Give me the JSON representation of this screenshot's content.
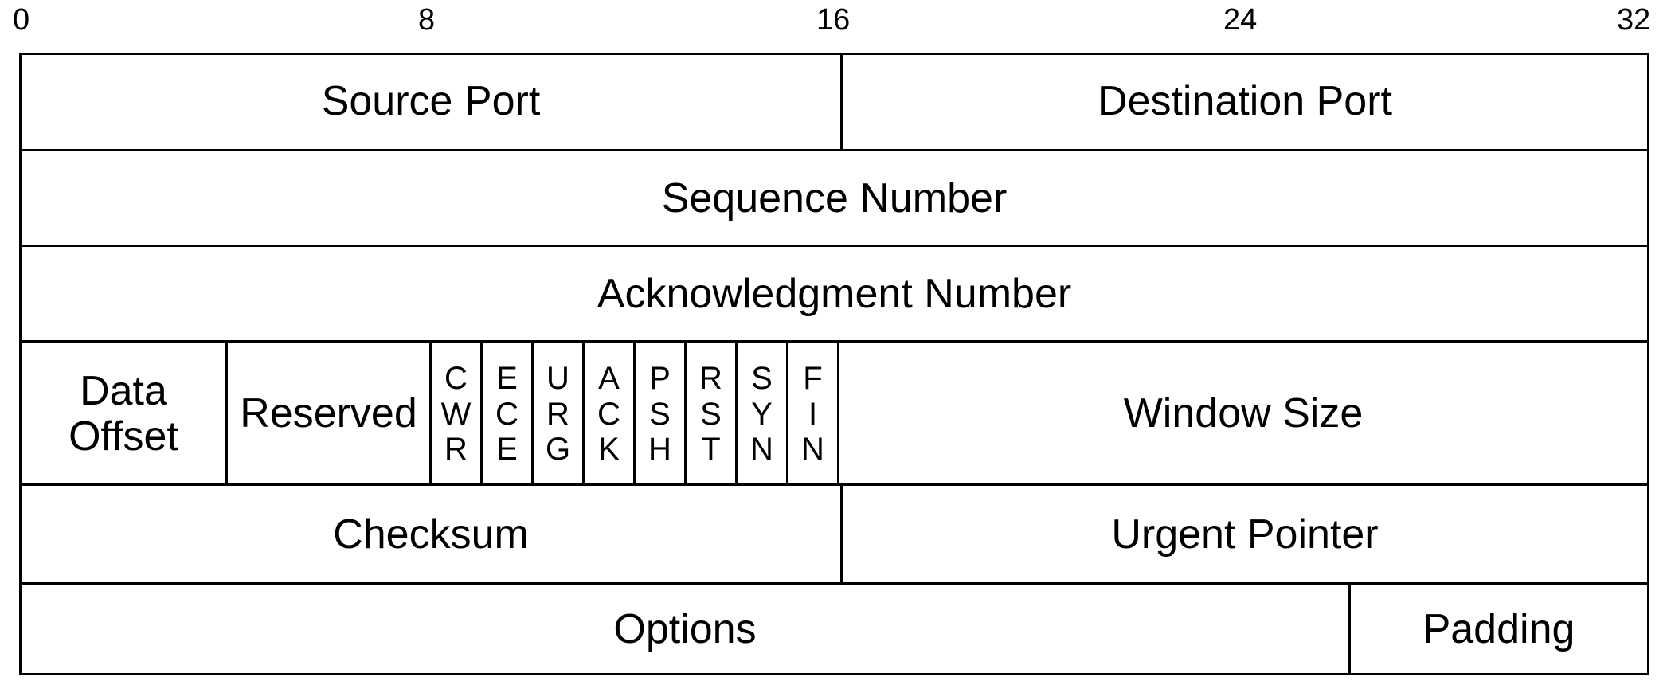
{
  "bit_scale": [
    "0",
    "8",
    "16",
    "24",
    "32"
  ],
  "rows": {
    "row1": {
      "source_port": "Source Port",
      "destination_port": "Destination Port"
    },
    "row2": {
      "sequence_number": "Sequence Number"
    },
    "row3": {
      "acknowledgment_number": "Acknowledgment Number"
    },
    "row4": {
      "data_offset": [
        "Data",
        "Offset"
      ],
      "reserved": "Reserved",
      "flags": [
        [
          "C",
          "W",
          "R"
        ],
        [
          "E",
          "C",
          "E"
        ],
        [
          "U",
          "R",
          "G"
        ],
        [
          "A",
          "C",
          "K"
        ],
        [
          "P",
          "S",
          "H"
        ],
        [
          "R",
          "S",
          "T"
        ],
        [
          "S",
          "Y",
          "N"
        ],
        [
          "F",
          "I",
          "N"
        ]
      ],
      "window_size": "Window Size"
    },
    "row5": {
      "checksum": "Checksum",
      "urgent_pointer": "Urgent Pointer"
    },
    "row6": {
      "options": "Options",
      "padding": "Padding"
    }
  }
}
